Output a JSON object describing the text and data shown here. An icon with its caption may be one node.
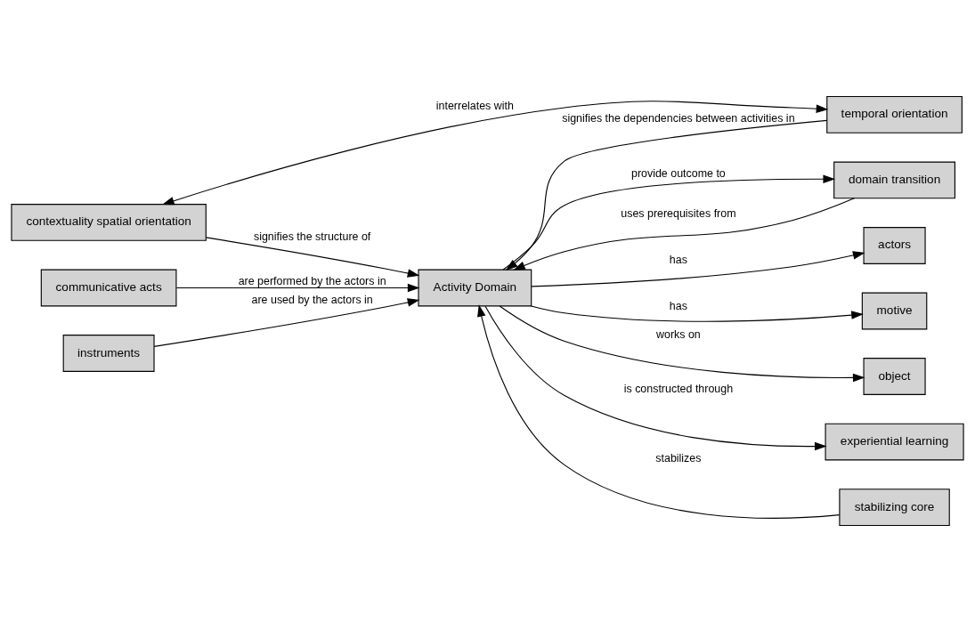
{
  "diagram": {
    "nodes": [
      {
        "text": [
          "contextuality spatial orientation"
        ]
      },
      {
        "text": [
          "temporal orientation"
        ]
      },
      {
        "text": [
          "domain transition"
        ]
      },
      {
        "text": [
          "actors"
        ]
      },
      {
        "text": [
          "motive"
        ]
      },
      {
        "text": [
          "object"
        ]
      },
      {
        "text": [
          "Activity Domain"
        ]
      },
      {
        "text": [
          "communicative acts"
        ]
      },
      {
        "text": [
          "stabilizing core"
        ]
      },
      {
        "text": [
          "instruments"
        ]
      },
      {
        "text": [
          "experiential learning"
        ]
      }
    ],
    "edges": [
      {
        "from": 0,
        "to": 1,
        "arrow": "both",
        "label": "interrelates with"
      },
      {
        "from": 0,
        "to": 6,
        "arrow": "to",
        "label": "signifies the structure of"
      },
      {
        "from": 1,
        "to": 6,
        "arrow": "to",
        "label": "signifies the dependencies between activities in"
      },
      {
        "from": 2,
        "to": 6,
        "arrow": "to",
        "label": "uses prerequisites from"
      },
      {
        "from": 6,
        "to": 3,
        "arrow": "to",
        "label": "has"
      },
      {
        "from": 6,
        "to": 4,
        "arrow": "to",
        "label": "has"
      },
      {
        "from": 6,
        "to": 5,
        "arrow": "to",
        "label": "works on"
      },
      {
        "from": 6,
        "to": 2,
        "arrow": "to",
        "label": "provide outcome to"
      },
      {
        "from": 7,
        "to": 6,
        "arrow": "to",
        "label": "are performed by the actors in"
      },
      {
        "from": 8,
        "to": 6,
        "arrow": "to",
        "label": "stabilizes"
      },
      {
        "from": 9,
        "to": 6,
        "arrow": "to",
        "label": "are used by the actors in"
      },
      {
        "from": 6,
        "to": 10,
        "arrow": "to",
        "label": "is constructed through"
      }
    ]
  }
}
